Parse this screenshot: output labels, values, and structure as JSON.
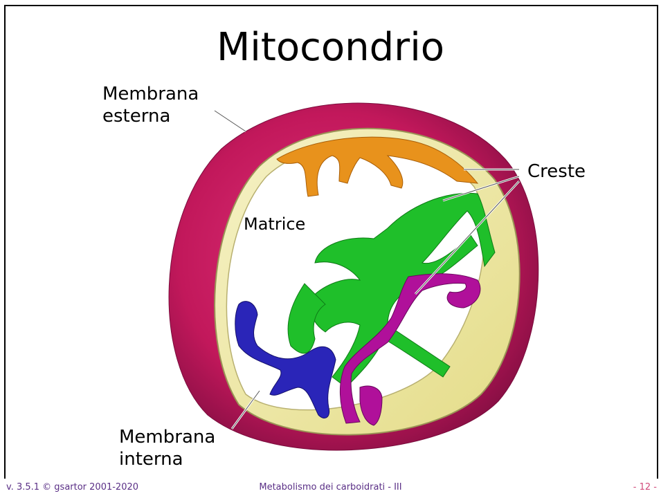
{
  "slide": {
    "title": "Mitocondrio",
    "labels": {
      "membrana_esterna": "Membrana\nesterna",
      "creste": "Creste",
      "matrice": "Matrice",
      "membrana_interna": "Membrana\ninterna"
    }
  },
  "footer": {
    "version": "v. 3.5.1 © gsartor 2001-2020",
    "center": "Metabolismo dei carboidrati - III",
    "page": "- 12 -"
  },
  "colors": {
    "outer_membrane": "#c2185b",
    "inner_membrane": "#efe9a4",
    "cristae_green": "#1fbf2a",
    "cristae_orange": "#e8921c",
    "cristae_blue": "#2a25b8",
    "cristae_magenta": "#b0109a"
  }
}
